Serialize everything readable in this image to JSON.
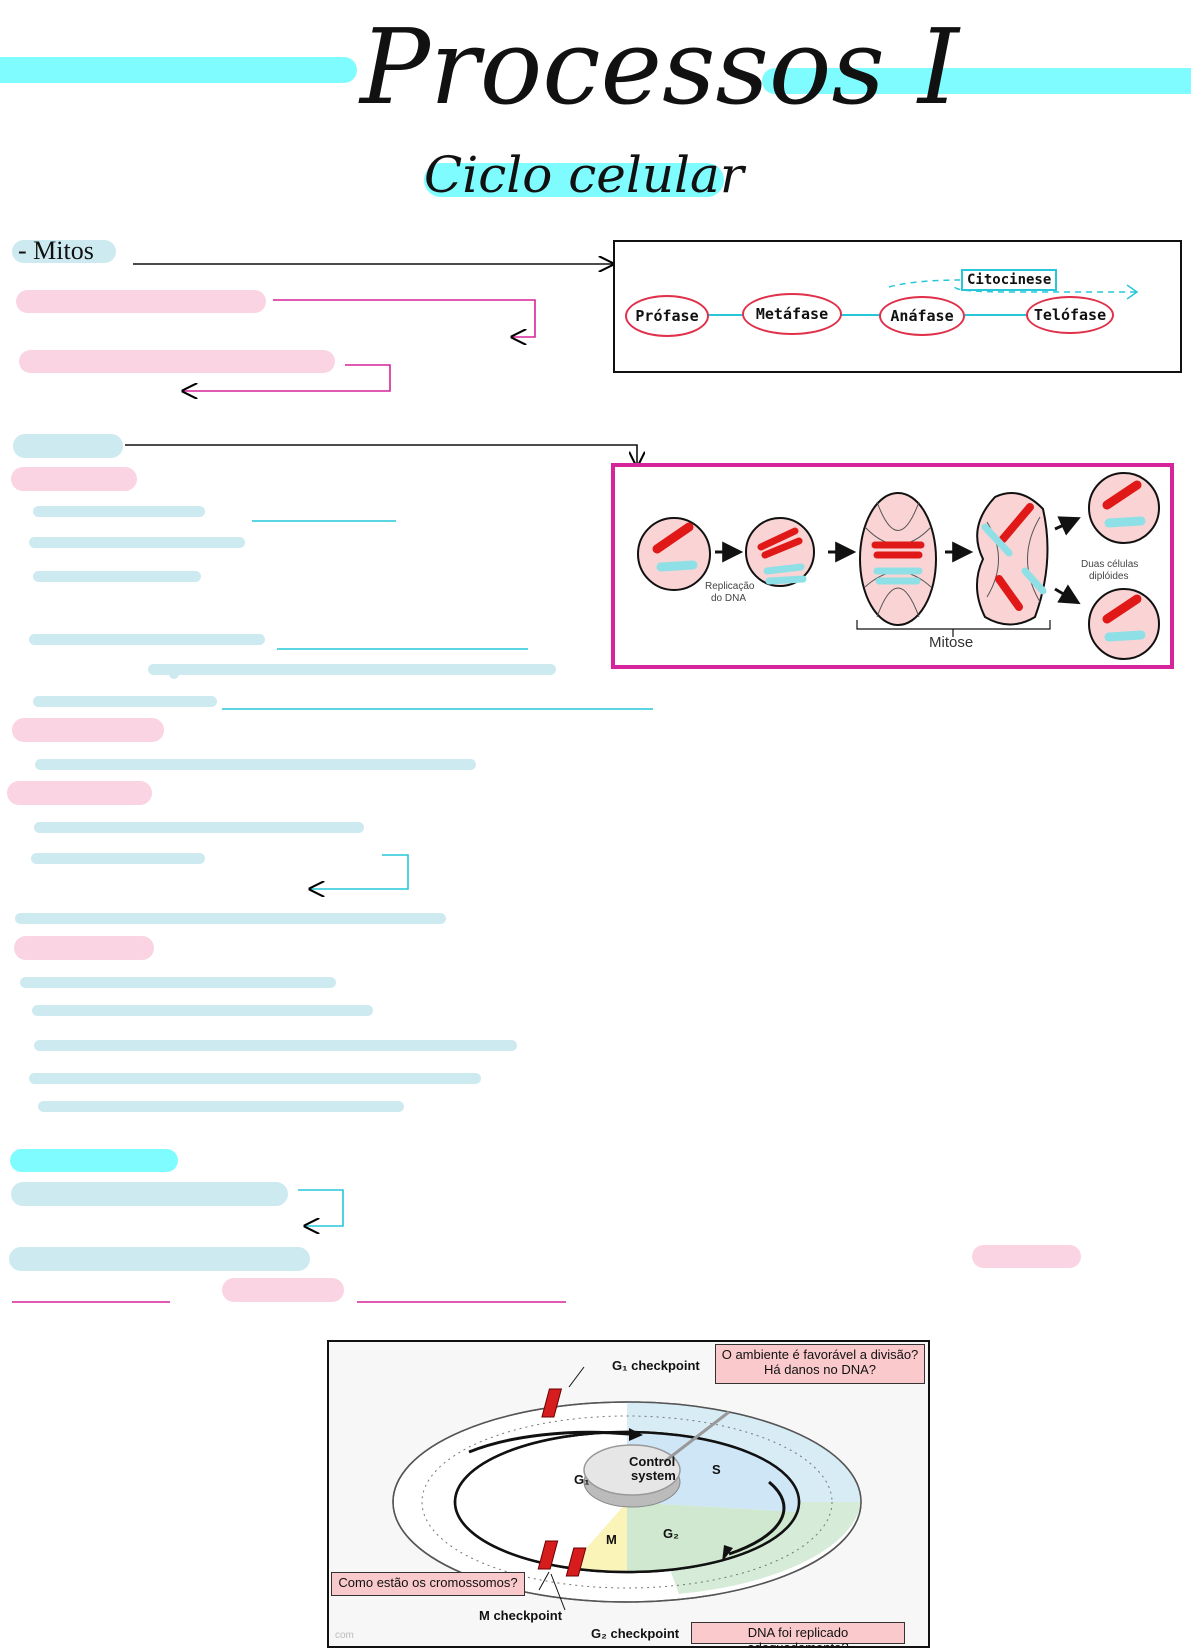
{
  "header": {
    "title": "Processos I",
    "subtitle": "Ciclo celular",
    "accent": "#7ffcff"
  },
  "section": {
    "label": "- Mitos"
  },
  "phases_diagram": {
    "cytokinesis_label": "Citocinese",
    "phases": [
      "Prófase",
      "Metáfase",
      "Anáfase",
      "Telófase"
    ],
    "phase_color": "#e0304a",
    "line_color": "#27c7d9"
  },
  "mitosis_figure": {
    "replication_label_line1": "Replicação",
    "replication_label_line2": "do DNA",
    "mitosis_label": "Mitose",
    "result_label_line1": "Duas células",
    "result_label_line2": "diplóides",
    "frame_color": "#d6249a"
  },
  "checkpoint_figure": {
    "g1_checkpoint": "G₁ checkpoint",
    "g2_checkpoint": "G₂ checkpoint",
    "m_checkpoint": "M checkpoint",
    "control_system_line1": "Control",
    "control_system_line2": "system",
    "phase_g1": "G₁",
    "phase_s": "S",
    "phase_g2": "G₂",
    "phase_m": "M",
    "note_environment_line1": "O ambiente é favorável a divisão?",
    "note_environment_line2": "Há danos no DNA?",
    "note_chromosomes": "Como estão os cromossomos?",
    "note_dna": "DNA foi replicado adequadamente?",
    "watermark": "com"
  }
}
